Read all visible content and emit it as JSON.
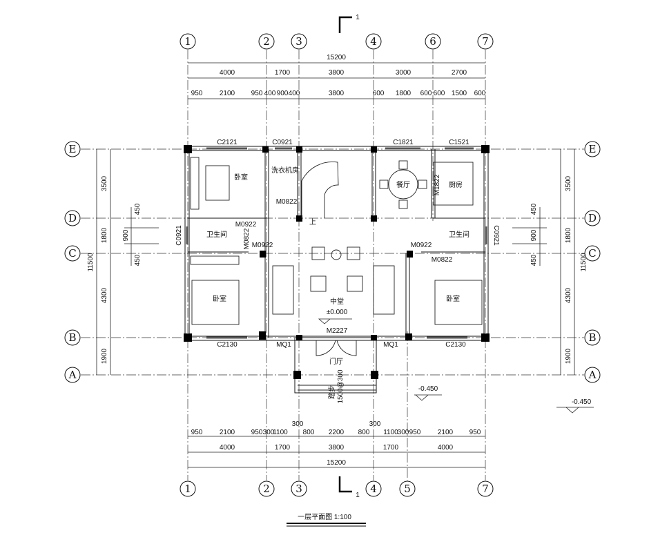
{
  "title": "一层平面图 1:100",
  "section_mark": "1",
  "axes": {
    "top": [
      "1",
      "2",
      "3",
      "4",
      "6",
      "7"
    ],
    "bottom": [
      "1",
      "2",
      "3",
      "4",
      "5",
      "7"
    ],
    "sides": [
      "E",
      "D",
      "C",
      "B",
      "A"
    ]
  },
  "dims": {
    "top_total": "15200",
    "top_row2": [
      "4000",
      "1700",
      "3800",
      "3000",
      "2700"
    ],
    "top_row3": [
      "950",
      "2100",
      "950",
      "400",
      "900",
      "400",
      "3800",
      "600",
      "1800",
      "600",
      "600",
      "1500",
      "600"
    ],
    "bottom_row3": [
      "950",
      "2100",
      "950",
      "300",
      "1100",
      "300",
      "800",
      "2200",
      "800",
      "300",
      "1100",
      "300",
      "950",
      "2100",
      "950"
    ],
    "bottom_row2": [
      "4000",
      "1700",
      "3800",
      "1700",
      "4000"
    ],
    "bottom_total": "15200",
    "side_outer": [
      "3500",
      "1800",
      "4300",
      "1900"
    ],
    "side_total": "11500",
    "side_inner": [
      "450",
      "900",
      "450"
    ]
  },
  "openings": {
    "top": [
      "C2121",
      "C0921",
      "C1821",
      "C1521"
    ],
    "bottom": [
      "C2130",
      "MQ1",
      "M2227",
      "MQ1",
      "C2130"
    ],
    "side": [
      "C0921",
      "C0921"
    ],
    "doors": [
      "M0822",
      "M0922",
      "M0822",
      "M0922",
      "M0922",
      "M0822",
      "M1822"
    ]
  },
  "rooms": {
    "bedroom": "卧室",
    "laundry": "洗衣机房",
    "dining": "餐厅",
    "kitchen": "厨房",
    "bathroom": "卫生间",
    "hall": "中堂",
    "foyer": "门厅",
    "stair_up": "上",
    "steps": "踏步",
    "steps_spec": "1500@300"
  },
  "levels": {
    "floor": "±0.000",
    "outdoor": "-0.450",
    "outdoor2": "-0.450"
  }
}
